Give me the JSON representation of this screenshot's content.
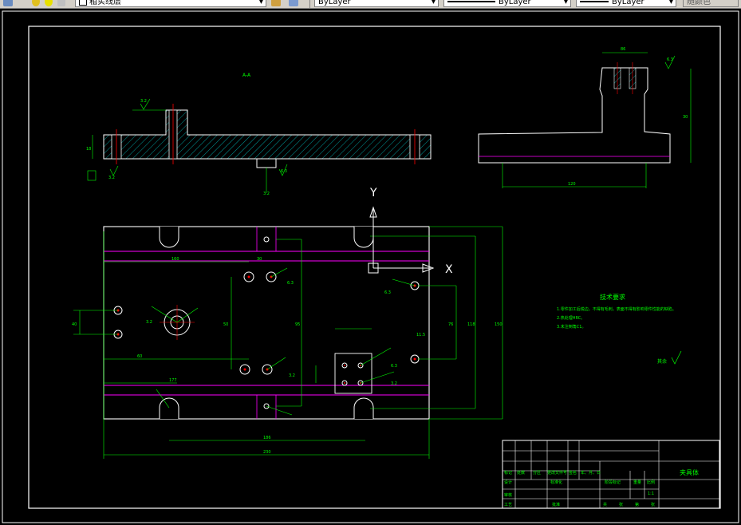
{
  "toolbar": {
    "layer_name": "粗实线层",
    "color_value": "ByLayer",
    "linetype_value": "ByLayer",
    "lineweight_value": "ByLayer",
    "plotstyle_value": "随颜色"
  },
  "drawing": {
    "section_label": "A-A",
    "ucs_x": "X",
    "ucs_y": "Y",
    "tech_title": "技术要求",
    "tech_items": [
      "1.零件加工后锐边，不得有毛刺，表面不得有影响零件性能的缺陷。",
      "2.热处理HRC。",
      "3.未注倒角C1。"
    ],
    "roughness_rest": "其余",
    "dims": {
      "d_top_width": "86",
      "d_top_rough": "6.3",
      "d_side_h": "30",
      "d_side_bottom": "120",
      "d_sec_left_h": "18",
      "d_sec_rough1": "3.2",
      "d_sec_rough2": "6.3",
      "d_sec_rough3": "3.2",
      "d_plan_160": "160",
      "d_plan_30": "30",
      "d_plan_60": "60",
      "d_plan_40": "40",
      "d_plan_95": "95",
      "d_plan_177": "177",
      "d_plan_76": "76",
      "d_plan_150": "150",
      "d_plan_186": "186",
      "d_plan_230": "230",
      "d_plan_r1": "6.3",
      "d_plan_r2": "3.2",
      "d_plan_r3": "6.3",
      "d_plan_r4": "3.2",
      "d_plan_r5": "3.2",
      "d_plan_r6": "6.3",
      "d_plan_118": "118",
      "d_plan_50": "50",
      "d_plan_11": "11.5"
    }
  },
  "title_block": {
    "part_name": "夹具体",
    "scale": "1:1",
    "row_labels": [
      "标记",
      "处数",
      "分区",
      "更改文件号",
      "签名",
      "年、月、日"
    ],
    "design": "设计",
    "standard": "标准化",
    "review": "审核",
    "process": "工艺",
    "approve": "批准",
    "stage": "阶段标记",
    "weight": "重量",
    "ratio": "比例",
    "sheet_total": "共",
    "sheet_label": "张",
    "sheet_no": "第",
    "sheet_label2": "张"
  },
  "colors": {
    "outline": "#ffffff",
    "dimension": "#00ff00",
    "hidden": "#ff00ff",
    "center": "#ff0000"
  }
}
